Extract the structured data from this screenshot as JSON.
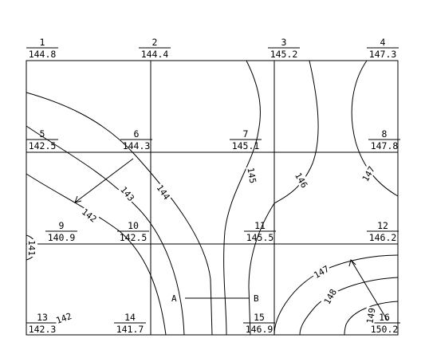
{
  "points": [
    {
      "id": "1",
      "elevation": "144.8"
    },
    {
      "id": "2",
      "elevation": "144.4"
    },
    {
      "id": "3",
      "elevation": "145.2"
    },
    {
      "id": "4",
      "elevation": "147.3"
    },
    {
      "id": "5",
      "elevation": "142.5"
    },
    {
      "id": "6",
      "elevation": "144.3"
    },
    {
      "id": "7",
      "elevation": "145.1"
    },
    {
      "id": "8",
      "elevation": "147.8"
    },
    {
      "id": "9",
      "elevation": "140.9"
    },
    {
      "id": "10",
      "elevation": "142.5"
    },
    {
      "id": "11",
      "elevation": "145.5"
    },
    {
      "id": "12",
      "elevation": "146.2"
    },
    {
      "id": "13",
      "elevation": "142.3"
    },
    {
      "id": "14",
      "elevation": "141.7"
    },
    {
      "id": "15",
      "elevation": "146.9"
    },
    {
      "id": "16",
      "elevation": "150.2"
    }
  ],
  "contour_labels": [
    "142",
    "143",
    "144",
    "145",
    "146",
    "147",
    "147",
    "148",
    "149",
    "141",
    "142"
  ],
  "markers": {
    "a": "A",
    "b": "B"
  }
}
